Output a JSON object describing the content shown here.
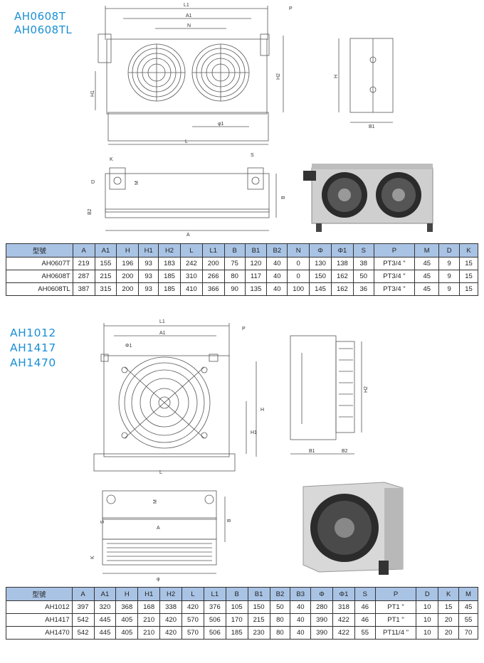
{
  "section1": {
    "titles": [
      "AH0608T",
      "AH0608TL"
    ],
    "drawing_labels": {
      "top_front": [
        "L1",
        "P",
        "A1",
        "N",
        "H2",
        "H1",
        "φ1",
        "L"
      ],
      "side": [
        "H",
        "B1"
      ],
      "bottom": [
        "K",
        "S",
        "D",
        "M",
        "B",
        "B2",
        "A"
      ]
    },
    "table": {
      "headers": [
        "型號",
        "A",
        "A1",
        "H",
        "H1",
        "H2",
        "L",
        "L1",
        "B",
        "B1",
        "B2",
        "N",
        "Φ",
        "Φ1",
        "S",
        "P",
        "M",
        "D",
        "K"
      ],
      "rows": [
        [
          "AH0607T",
          "219",
          "155",
          "196",
          "93",
          "183",
          "242",
          "200",
          "75",
          "120",
          "40",
          "0",
          "130",
          "138",
          "38",
          "PT3/4 \"",
          "45",
          "9",
          "15"
        ],
        [
          "AH0608T",
          "287",
          "215",
          "200",
          "93",
          "185",
          "310",
          "266",
          "80",
          "117",
          "40",
          "0",
          "150",
          "162",
          "50",
          "PT3/4 \"",
          "45",
          "9",
          "15"
        ],
        [
          "AH0608TL",
          "387",
          "315",
          "200",
          "93",
          "185",
          "410",
          "366",
          "90",
          "135",
          "40",
          "100",
          "145",
          "162",
          "36",
          "PT3/4 \"",
          "45",
          "9",
          "15"
        ]
      ]
    }
  },
  "section2": {
    "titles": [
      "AH1012",
      "AH1417",
      "AH1470"
    ],
    "drawing_labels": {
      "front": [
        "L1",
        "A1",
        "P",
        "Φ1",
        "H",
        "H1",
        "L"
      ],
      "side": [
        "H2",
        "B1",
        "B2"
      ],
      "bottom": [
        "M",
        "S",
        "B",
        "A",
        "K",
        "φ"
      ]
    },
    "table": {
      "headers": [
        "型號",
        "A",
        "A1",
        "H",
        "H1",
        "H2",
        "L",
        "L1",
        "B",
        "B1",
        "B2",
        "B3",
        "Φ",
        "Φ1",
        "S",
        "P",
        "D",
        "K",
        "M"
      ],
      "rows": [
        [
          "AH1012",
          "397",
          "320",
          "368",
          "168",
          "338",
          "420",
          "376",
          "105",
          "150",
          "50",
          "40",
          "280",
          "318",
          "46",
          "PT1 \"",
          "10",
          "15",
          "45"
        ],
        [
          "AH1417",
          "542",
          "445",
          "405",
          "210",
          "420",
          "570",
          "506",
          "170",
          "215",
          "80",
          "40",
          "390",
          "422",
          "46",
          "PT1 \"",
          "10",
          "20",
          "55"
        ],
        [
          "AH1470",
          "542",
          "445",
          "405",
          "210",
          "420",
          "570",
          "506",
          "185",
          "230",
          "80",
          "40",
          "390",
          "422",
          "55",
          "PT11/4 \"",
          "10",
          "20",
          "70"
        ]
      ]
    }
  },
  "colors": {
    "title": "#1a8fd6",
    "table_header": "#a9c3e4"
  }
}
